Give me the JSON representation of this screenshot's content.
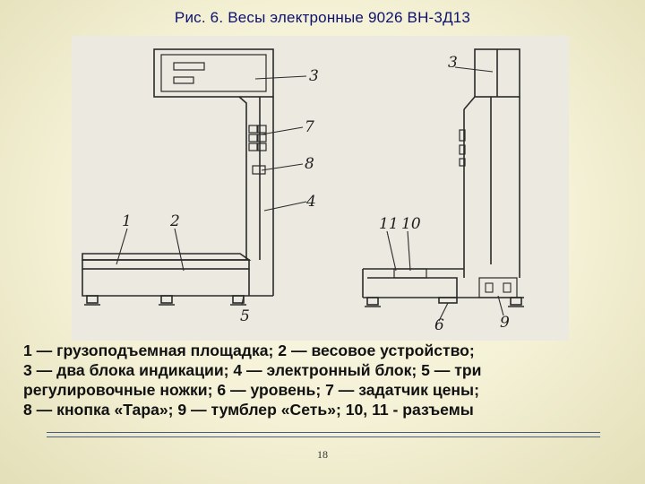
{
  "slide": {
    "title": "Рис. 6. Весы электронные 9026 ВН-3Д13",
    "page_number": "18"
  },
  "figure": {
    "labels": {
      "l1": "1",
      "l2": "2",
      "l3a": "3",
      "l3b": "3",
      "l4": "4",
      "l5": "5",
      "l6": "6",
      "l7": "7",
      "l8": "8",
      "l9": "9",
      "l10": "10",
      "l11": "11"
    }
  },
  "caption": {
    "lines": [
      "1 — грузоподъемная площадка; 2 — весовое устройство;",
      "3 — два блока индикации; 4 — электронный блок; 5 — три",
      "регулировочные ножки; 6 — уровень; 7 — задатчик цены;",
      "8 — кнопка «Тара»; 9 — тумблер «Сеть»; 10, 11 - разъемы"
    ]
  }
}
